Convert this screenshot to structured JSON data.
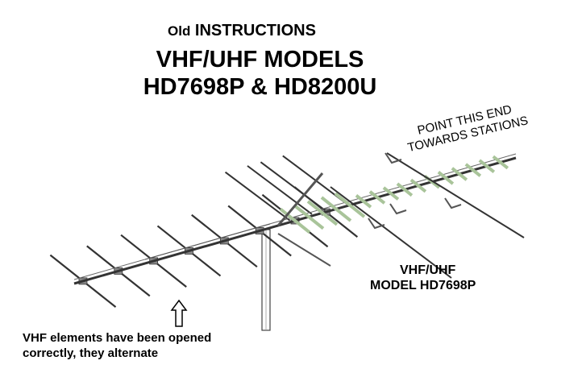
{
  "header": {
    "old": "Old",
    "instructions": "INSTRUCTIONS",
    "models": "VHF/UHF MODELS",
    "model_numbers": "HD7698P & HD8200U"
  },
  "annotations": {
    "point_line1": "POINT THIS END",
    "point_line2": "TOWARDS STATIONS",
    "model_label_line1": "VHF/UHF",
    "model_label_line2": "MODEL HD7698P",
    "caption_line1": "VHF elements have been opened",
    "caption_line2": "correctly, they alternate"
  },
  "colors": {
    "uhf_element": "#a9c49a",
    "rod": "#333333"
  }
}
